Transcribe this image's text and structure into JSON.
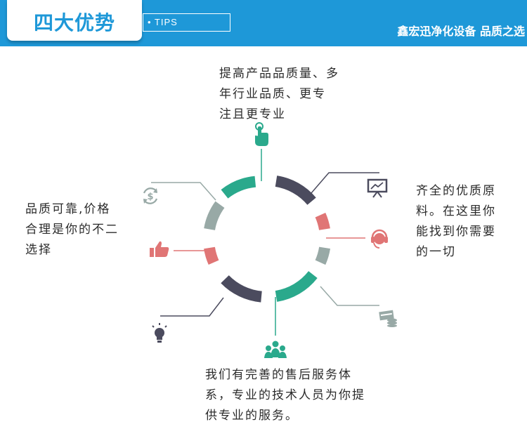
{
  "header": {
    "title": "四大优势",
    "tips": "• TIPS",
    "slogan": "鑫宏迅净化设备 品质之选"
  },
  "points": {
    "top": [
      "提高产品品质量、多",
      "年行业品质、更专",
      "注且更专业"
    ],
    "left": [
      "品质可靠,价格",
      "合理是你的不二",
      "选择"
    ],
    "right": [
      "齐全的优质原",
      "料。在这里你",
      "能找到你需要",
      "的一切"
    ],
    "bottom": [
      "我们有完善的售后服务体",
      "系，专业的技术人员为你提",
      "供专业的服务。"
    ]
  },
  "icons": {
    "top": "hand-pointer-icon",
    "left_upper": "dollar-cycle-icon",
    "left_middle": "thumbs-up-icon",
    "left_lower": "lightbulb-icon",
    "right_upper": "presentation-chart-icon",
    "right_middle": "headset-icon",
    "right_lower": "money-coins-icon",
    "bottom": "team-group-icon"
  },
  "colors": {
    "brand_blue": "#1e98d8",
    "teal": "#2aa98c",
    "salmon": "#e07575",
    "gray": "#98a9a6",
    "dark": "#4b4b5e"
  }
}
